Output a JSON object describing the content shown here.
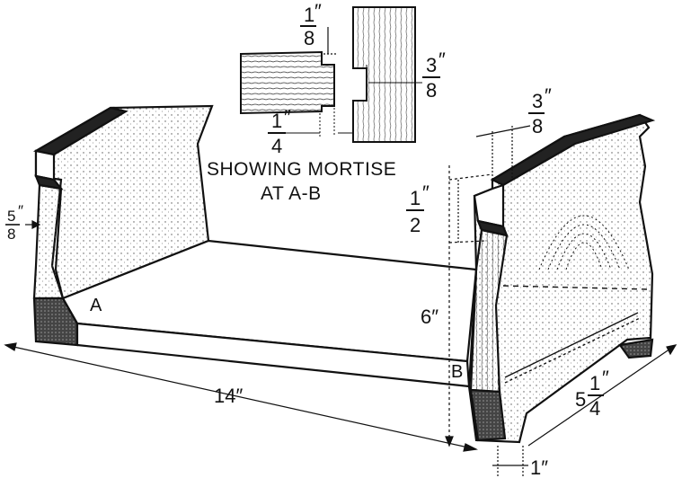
{
  "caption": {
    "line1": "SHOWING MORTISE",
    "line2": "AT A-B"
  },
  "points": {
    "a": "A",
    "b": "B"
  },
  "dimensions": {
    "top_left_num": "1",
    "top_left_den": "8",
    "top_left_unit": "″",
    "top_right_num": "3",
    "top_right_den": "8",
    "top_right_unit": "″",
    "inset_bottom_num": "1",
    "inset_bottom_den": "4",
    "inset_bottom_unit": "″",
    "end_top_num": "3",
    "end_top_den": "8",
    "end_top_unit": "″",
    "end_side_num": "5",
    "end_side_den": "8",
    "end_side_unit": "″",
    "step_num": "1",
    "step_den": "2",
    "step_unit": "″",
    "height": "6″",
    "length": "14″",
    "depth_whole": "5",
    "depth_num": "1",
    "depth_den": "4",
    "depth_unit": "″",
    "foot": "1″"
  },
  "colors": {
    "ink": "#111111",
    "paper": "#ffffff"
  }
}
